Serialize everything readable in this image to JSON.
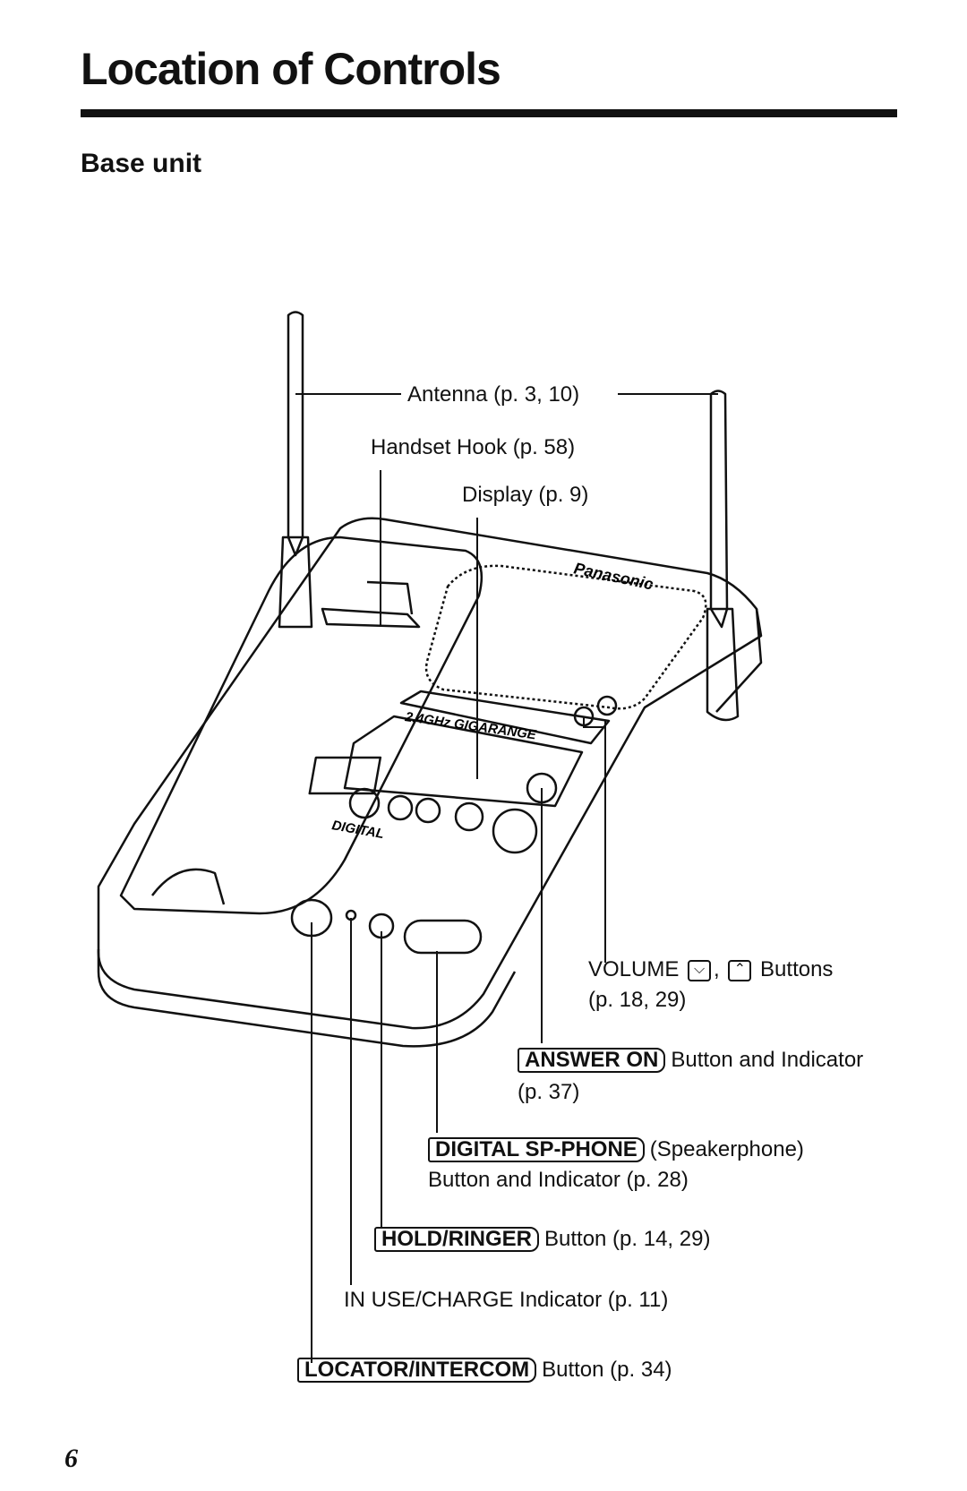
{
  "header": {
    "title": "Location of Controls",
    "subtitle": "Base unit"
  },
  "callouts": {
    "antenna": "Antenna (p. 3, 10)",
    "handset_hook": "Handset Hook (p. 58)",
    "display": "Display (p. 9)",
    "volume_prefix": "VOLUME",
    "volume_sep": ",",
    "volume_down_glyph": "⌵",
    "volume_up_glyph": "⌃",
    "volume_suffix": "Buttons",
    "volume_pages": "(p. 18, 29)",
    "answer_on_key": "ANSWER ON",
    "answer_on_text": "Button and Indicator",
    "answer_on_pages": "(p. 37)",
    "sp_phone_key": "DIGITAL SP-PHONE",
    "sp_phone_text": "(Speakerphone)",
    "sp_phone_line2": "Button and Indicator (p. 28)",
    "hold_key": "HOLD/RINGER",
    "hold_text": "Button (p. 14, 29)",
    "in_use": "IN USE/CHARGE Indicator (p. 11)",
    "locator_key": "LOCATOR/INTERCOM",
    "locator_text": "Button (p. 34)"
  },
  "device": {
    "brand": "Panasonic",
    "band_label": "2.4GHz GIGARANGE",
    "digital_label": "DIGITAL"
  },
  "footer": {
    "page_number": "6"
  }
}
